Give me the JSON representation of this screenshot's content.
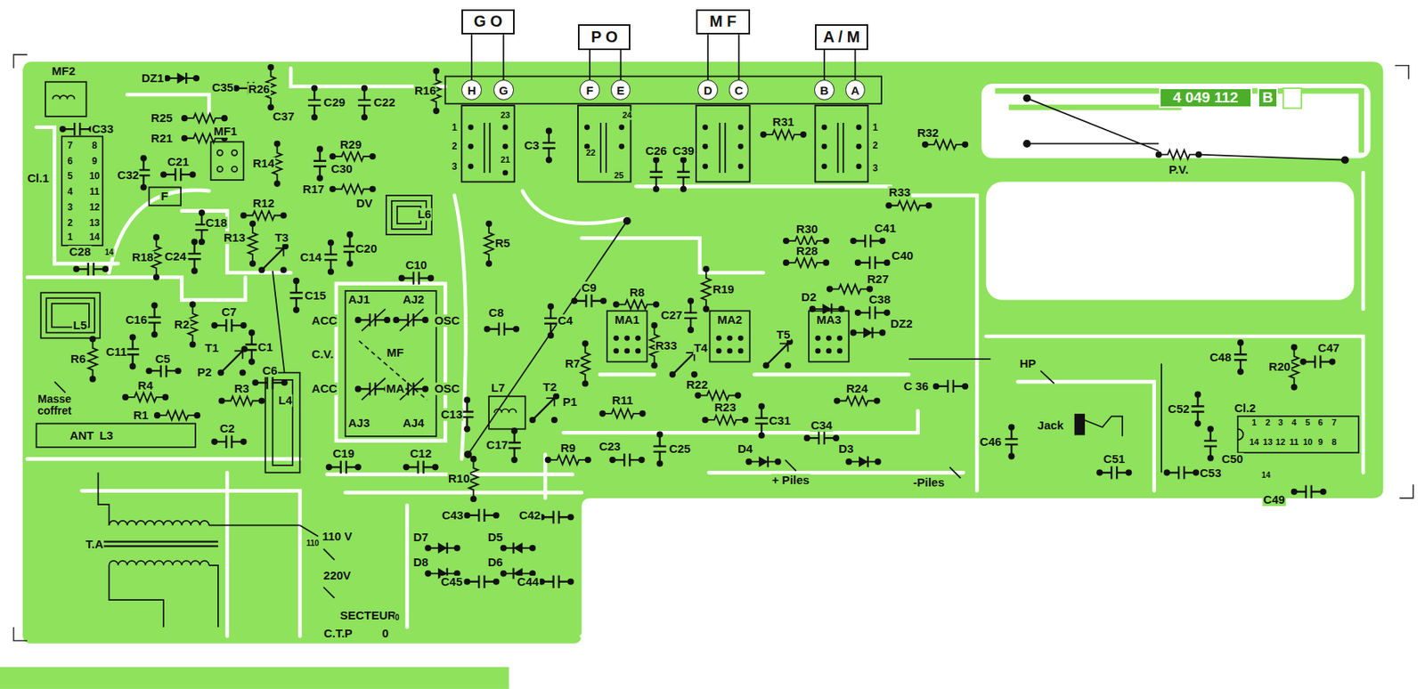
{
  "diagram": {
    "nodes": [
      {
        "text": [
          "G O"
        ]
      },
      {
        "text": [
          "P O"
        ]
      },
      {
        "text": [
          "M F"
        ]
      },
      {
        "text": [
          "A / M"
        ]
      },
      {
        "text": [
          "H"
        ]
      },
      {
        "text": [
          "G"
        ]
      },
      {
        "text": [
          "F"
        ]
      },
      {
        "text": [
          "E"
        ]
      },
      {
        "text": [
          "D"
        ]
      },
      {
        "text": [
          "C"
        ]
      },
      {
        "text": [
          "B"
        ]
      },
      {
        "text": [
          "A"
        ]
      },
      {
        "text": [
          "4 049 112"
        ]
      },
      {
        "text": [
          "B"
        ]
      }
    ],
    "edges": [
      {
        "from": 0,
        "to": 4,
        "arrow": "none"
      },
      {
        "from": 0,
        "to": 5,
        "arrow": "none"
      },
      {
        "from": 1,
        "to": 6,
        "arrow": "none"
      },
      {
        "from": 1,
        "to": 7,
        "arrow": "none"
      },
      {
        "from": 2,
        "to": 8,
        "arrow": "none"
      },
      {
        "from": 2,
        "to": 9,
        "arrow": "none"
      },
      {
        "from": 3,
        "to": 10,
        "arrow": "none"
      },
      {
        "from": 3,
        "to": 11,
        "arrow": "none"
      }
    ],
    "labels": [
      "MF2",
      "DZ1",
      "C35",
      "R26",
      "C37",
      "C29",
      "C22",
      "R16",
      "C33",
      "R25",
      "R21",
      "MF1",
      "C21",
      "C32",
      "R14",
      "R29",
      "C30",
      "R17",
      "DV",
      "F",
      "Cl.1",
      "7",
      "6",
      "5",
      "4",
      "3",
      "2",
      "1",
      "8",
      "9",
      "10",
      "11",
      "12",
      "13",
      "14",
      "14",
      "C18",
      "R12",
      "C24",
      "R13",
      "T3",
      "L6",
      "C14",
      "C20",
      "R18",
      "C28",
      "C10",
      "C15",
      "R5",
      "C16",
      "R2",
      "C7",
      "L5",
      "R6",
      "C11",
      "C5",
      "T1",
      "C1",
      "P2",
      "C6",
      "AJ1",
      "AJ2",
      "ACC",
      "OSC",
      "C.V.",
      "MF",
      "ACC",
      "MA",
      "OSC",
      "AJ3",
      "AJ4",
      "R4",
      "R3",
      "L4",
      "Masse coffret",
      "ANT",
      "L3",
      "R1",
      "C2",
      "C19",
      "C12",
      "C13",
      "C17",
      "R10",
      "L7",
      "T2",
      "P1",
      "C8",
      "C4",
      "C9",
      "C3",
      "1",
      "2",
      "3",
      "23",
      "21",
      "24",
      "22",
      "25",
      "C26",
      "C39",
      "R31",
      "1",
      "2",
      "3",
      "R32",
      "R33",
      "R30",
      "R28",
      "C41",
      "C40",
      "R27",
      "D2",
      "C38",
      "DZ2",
      "R19",
      "R8",
      "C27",
      "MA1",
      "MA2",
      "MA3",
      "R33",
      "T4",
      "T5",
      "R7",
      "R22",
      "R11",
      "R23",
      "C31",
      "C34",
      "R24",
      "C 36",
      "C23",
      "C25",
      "R9",
      "D4",
      "D3",
      "+ Piles",
      "-Piles",
      "C43",
      "C42",
      "D7",
      "D5",
      "D8",
      "D6",
      "C45",
      "C44",
      "T.A",
      "110 V",
      "110",
      "220V",
      "SECTEUR",
      "C.T.P",
      "0",
      "0",
      "HP",
      "Jack",
      "C46",
      "C51",
      "C53",
      "C52",
      "C50",
      "C48",
      "C47",
      "R20",
      "Cl.2",
      "1",
      "2",
      "3",
      "4",
      "5",
      "6",
      "7",
      "14",
      "13",
      "12",
      "11",
      "10",
      "9",
      "8",
      "14",
      "C49",
      "P.V."
    ]
  }
}
